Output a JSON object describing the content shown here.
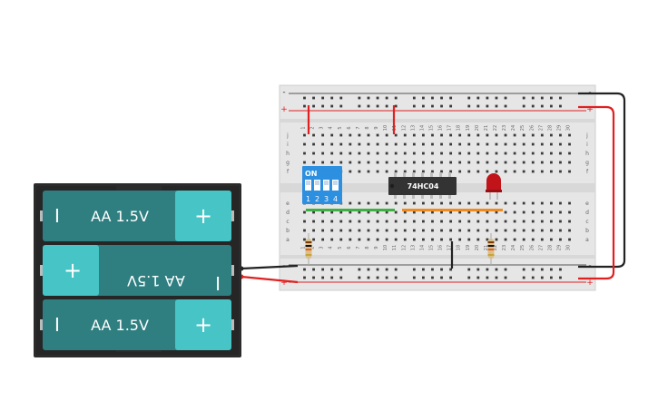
{
  "colors": {
    "background": "#ffffff",
    "board": "#e6e6e6",
    "board_stripe": "#d8d8d8",
    "hole": "#3a3a3a",
    "wire_red": "#e02020",
    "wire_black": "#222222",
    "battery_case": "#2b2b2b",
    "battery_body": "#2f7f81",
    "battery_cap": "#46c4c6",
    "dip_blue": "#2d8fe0",
    "chip": "#333333",
    "led_red": "#c0141a",
    "green_strip": "#3cb043",
    "orange_strip": "#f08a1e"
  },
  "breadboard": {
    "rail_plus": "+",
    "rail_minus": "-",
    "row_letters_top": [
      "j",
      "i",
      "h",
      "g",
      "f"
    ],
    "row_letters_bottom": [
      "e",
      "d",
      "c",
      "b",
      "a"
    ],
    "column_numbers": [
      "1",
      "2",
      "3",
      "4",
      "5",
      "6",
      "7",
      "8",
      "9",
      "10",
      "11",
      "12",
      "13",
      "14",
      "15",
      "16",
      "17",
      "18",
      "19",
      "20",
      "21",
      "22",
      "23",
      "24",
      "25",
      "26",
      "27",
      "28",
      "29",
      "30"
    ]
  },
  "dip_switch": {
    "on_label": "ON",
    "positions": [
      "1",
      "2",
      "3",
      "4"
    ]
  },
  "chip": {
    "label": "74HC04"
  },
  "batteries": [
    {
      "label": "AA 1.5V",
      "minus": "I",
      "plus": "+",
      "flipped": false
    },
    {
      "label": "AA 1.5V",
      "minus": "I",
      "plus": "+",
      "flipped": true
    },
    {
      "label": "AA 1.5V",
      "minus": "I",
      "plus": "+",
      "flipped": false
    }
  ]
}
